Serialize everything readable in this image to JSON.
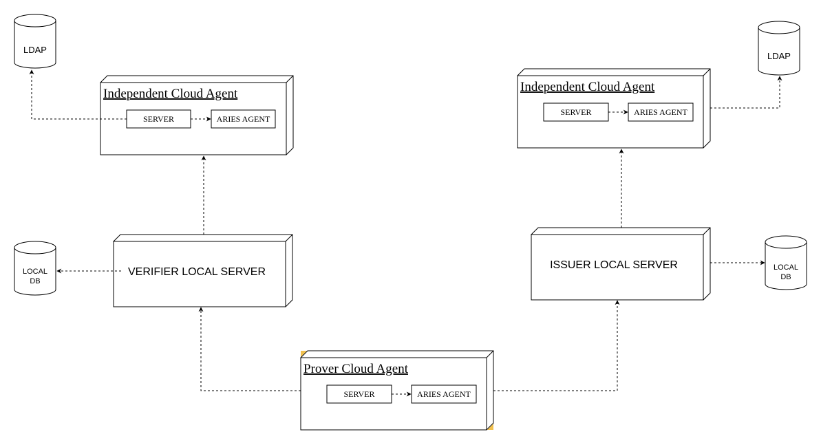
{
  "verifier_cloud_agent": {
    "title": "Independent Cloud Agent",
    "server_label": "SERVER",
    "aries_label": "ARIES AGENT"
  },
  "issuer_cloud_agent": {
    "title": "Independent Cloud Agent",
    "server_label": "SERVER",
    "aries_label": "ARIES AGENT"
  },
  "prover_cloud_agent": {
    "title": "Prover Cloud Agent",
    "server_label": "SERVER",
    "aries_label": "ARIES AGENT"
  },
  "verifier_local_server": {
    "label": "VERIFIER LOCAL SERVER"
  },
  "issuer_local_server": {
    "label": "ISSUER LOCAL SERVER"
  },
  "databases": {
    "ldap_left": {
      "label": "LDAP"
    },
    "ldap_right": {
      "label": "LDAP"
    },
    "local_db_left": {
      "line1": "LOCAL",
      "line2": "DB"
    },
    "local_db_right": {
      "line1": "LOCAL",
      "line2": "DB"
    }
  },
  "colors": {
    "stroke": "#000000",
    "background": "#ffffff",
    "selection_handle": "#f2c14e"
  }
}
